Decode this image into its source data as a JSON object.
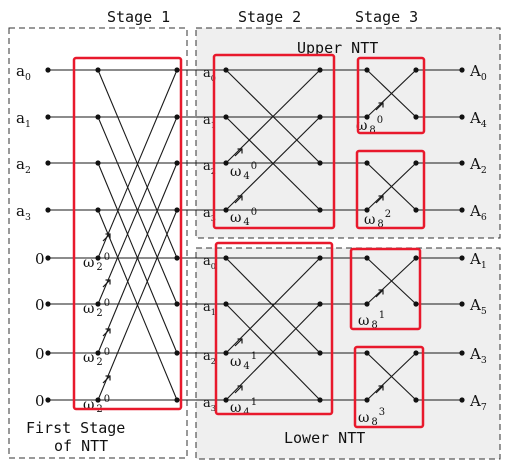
{
  "stages": {
    "stage1": "Stage 1",
    "stage2": "Stage 2",
    "stage3": "Stage 3"
  },
  "regions": {
    "upper": "Upper NTT",
    "lower": "Lower NTT",
    "first_line1": "First Stage",
    "first_line2": "of NTT"
  },
  "inputs": [
    {
      "base": "a",
      "sub": "0"
    },
    {
      "base": "a",
      "sub": "1"
    },
    {
      "base": "a",
      "sub": "2"
    },
    {
      "base": "a",
      "sub": "3"
    },
    {
      "base": "0",
      "sub": ""
    },
    {
      "base": "0",
      "sub": ""
    },
    {
      "base": "0",
      "sub": ""
    },
    {
      "base": "0",
      "sub": ""
    }
  ],
  "outputs": [
    {
      "base": "A",
      "sub": "0"
    },
    {
      "base": "A",
      "sub": "4"
    },
    {
      "base": "A",
      "sub": "2"
    },
    {
      "base": "A",
      "sub": "6"
    },
    {
      "base": "A",
      "sub": "1"
    },
    {
      "base": "A",
      "sub": "5"
    },
    {
      "base": "A",
      "sub": "3"
    },
    {
      "base": "A",
      "sub": "7"
    }
  ],
  "stage2_inputs": [
    {
      "base": "a",
      "sub": "0"
    },
    {
      "base": "a",
      "sub": "1"
    },
    {
      "base": "a",
      "sub": "2"
    },
    {
      "base": "a",
      "sub": "3"
    },
    {
      "base": "a",
      "sub": "0"
    },
    {
      "base": "a",
      "sub": "1"
    },
    {
      "base": "a",
      "sub": "2"
    },
    {
      "base": "a",
      "sub": "3"
    }
  ],
  "twiddles": {
    "stage1": [
      {
        "base": "ω",
        "sub": "2",
        "sup": "0"
      },
      {
        "base": "ω",
        "sub": "2",
        "sup": "0"
      },
      {
        "base": "ω",
        "sub": "2",
        "sup": "0"
      },
      {
        "base": "ω",
        "sub": "2",
        "sup": "0"
      }
    ],
    "stage2": [
      {
        "base": "ω",
        "sub": "4",
        "sup": "0"
      },
      {
        "base": "ω",
        "sub": "4",
        "sup": "0"
      },
      {
        "base": "ω",
        "sub": "4",
        "sup": "1"
      },
      {
        "base": "ω",
        "sub": "4",
        "sup": "1"
      }
    ],
    "stage3": [
      {
        "base": "ω",
        "sub": "8",
        "sup": "0"
      },
      {
        "base": "ω",
        "sub": "8",
        "sup": "2"
      },
      {
        "base": "ω",
        "sub": "8",
        "sup": "1"
      },
      {
        "base": "ω",
        "sub": "8",
        "sup": "3"
      }
    ]
  },
  "colors": {
    "wire": "#1a1a1a",
    "dot": "#111111",
    "highlight": "#e8192c",
    "region_fill": "#efefef",
    "dash": "#333333"
  }
}
